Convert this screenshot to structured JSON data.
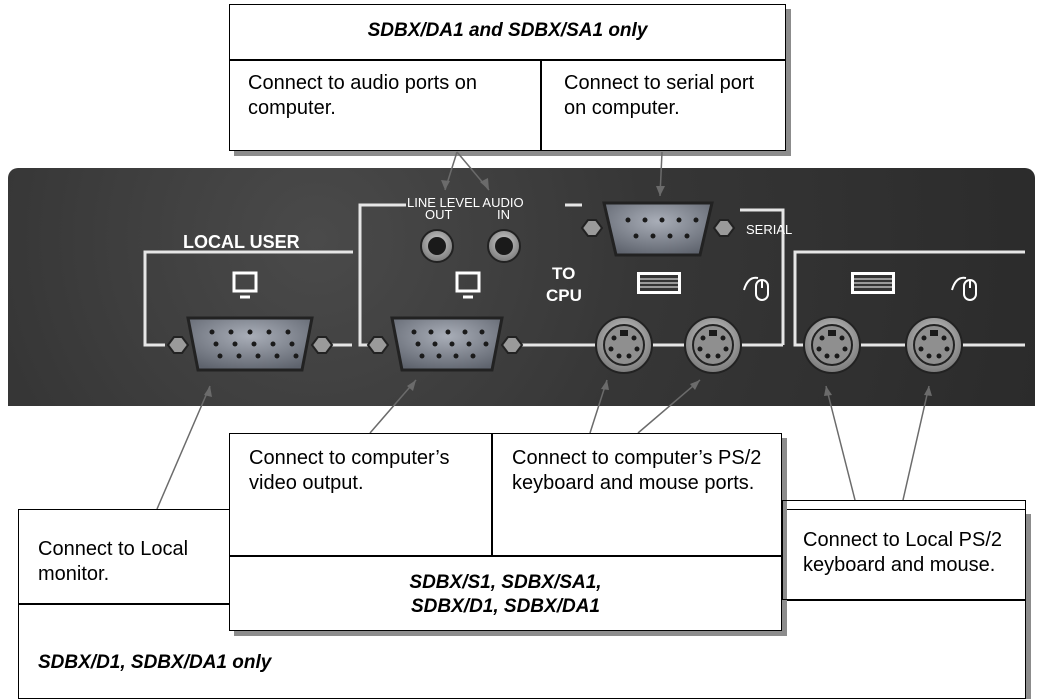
{
  "top_box": {
    "title": "SDBX/DA1 and SDBX/SA1 only",
    "left_text": "Connect to audio ports on computer.",
    "right_text": "Connect to serial port on computer."
  },
  "panel": {
    "local_user": "LOCAL USER",
    "line_level_audio": "LINE LEVEL AUDIO",
    "out": "OUT",
    "in": "IN",
    "serial": "SERIAL",
    "to": "TO",
    "cpu": "CPU"
  },
  "bottom": {
    "local_monitor": "Connect to Local monitor.",
    "video_output": "Connect to computer’s video output.",
    "ps2_ports": "Connect to computer’s PS/2 keyboard and mouse ports.",
    "local_ps2": "Connect to Local PS/2 keyboard and mouse.",
    "models_center_1": "SDBX/S1, SDBX/SA1,",
    "models_center_2": "SDBX/D1, SDBX/DA1",
    "models_bottom": "SDBX/D1, SDBX/DA1 only"
  }
}
